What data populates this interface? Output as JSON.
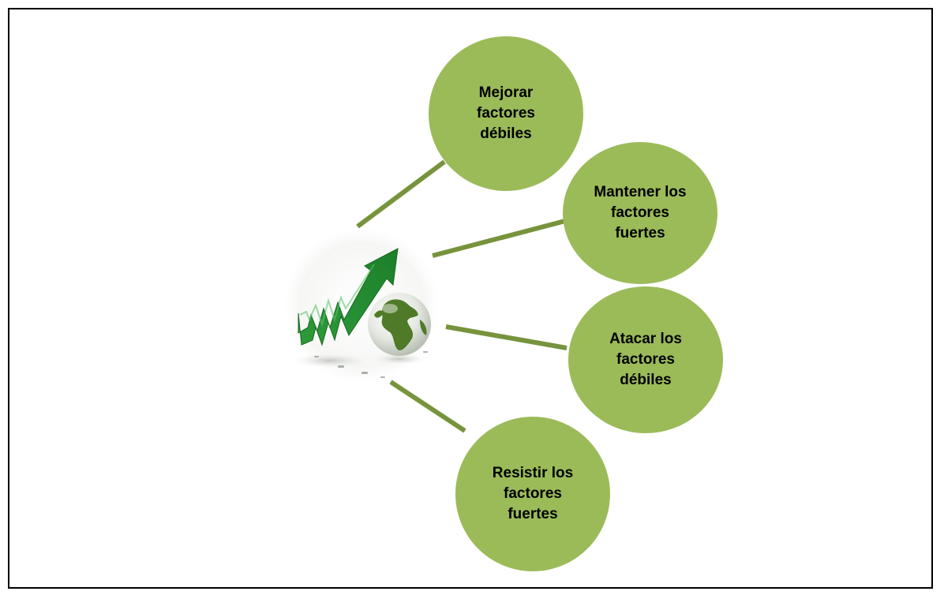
{
  "diagram": {
    "colors": {
      "node_fill": "#9bbb59",
      "connector": "#77933c",
      "frame_border": "#000000",
      "arrow_green": "#1f8a2e",
      "globe_land": "#4f7a28",
      "globe_ocean": "#e8ece4"
    },
    "center": {
      "icon": "growth-arrow-globe-icon"
    },
    "nodes": [
      {
        "label": "Mejorar\nfactores\ndébiles"
      },
      {
        "label": "Mantener los\nfactores\nfuertes"
      },
      {
        "label": "Atacar los\nfactores\ndébiles"
      },
      {
        "label": "Resistir los\nfactores\nfuertes"
      }
    ]
  }
}
